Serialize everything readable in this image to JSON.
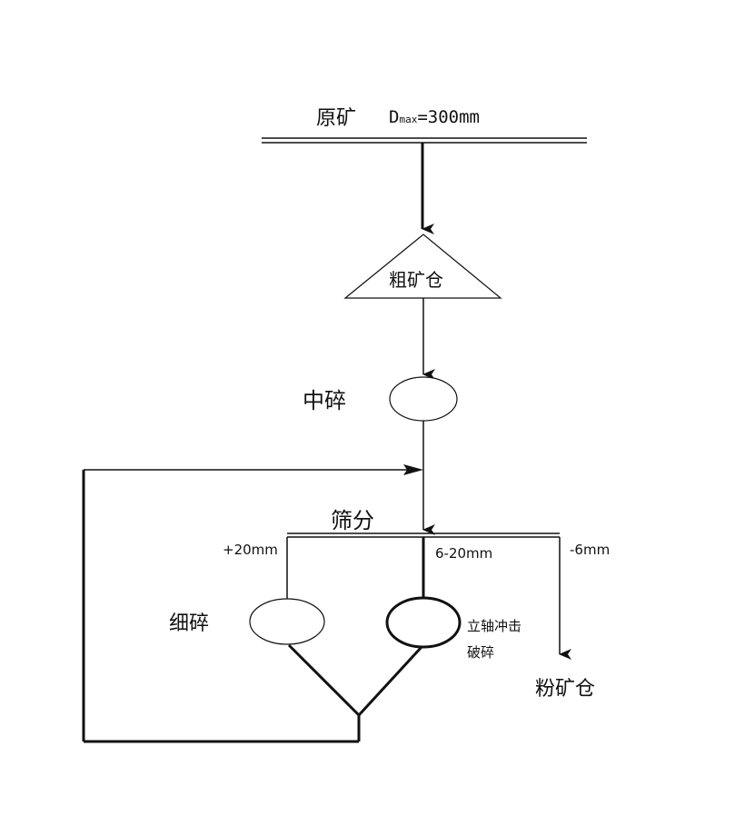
{
  "feed": {
    "label": "原矿",
    "dmax_symbol": "D",
    "dmax_subscript": "max",
    "dmax_value": "=300mm"
  },
  "nodes": {
    "coarse_bin": "粗矿仓",
    "medium_crush": "中碎",
    "screening": "筛分",
    "fine_crush": "细碎",
    "vsi_line1": "立轴冲击",
    "vsi_line2": "破碎",
    "fines_bin": "粉矿仓"
  },
  "size_fractions": {
    "plus": "+20mm",
    "middle": "6-20mm",
    "minus": "-6mm"
  },
  "colors": {
    "line": "#111111",
    "background": "#ffffff"
  }
}
